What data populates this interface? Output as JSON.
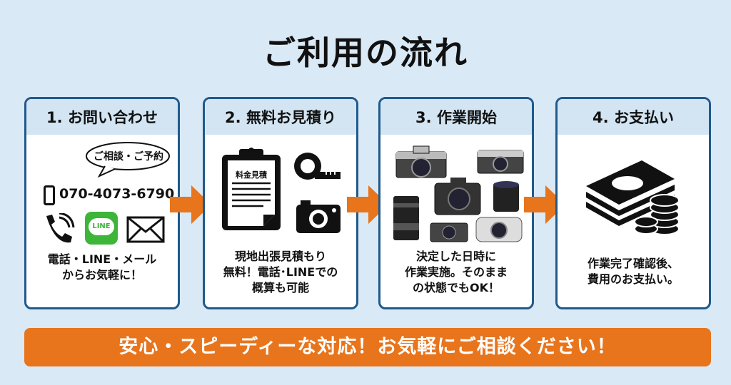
{
  "title": "ご利用の流れ",
  "steps": [
    {
      "heading": "1. お問い合わせ",
      "bubble": "ご相談・ご予約",
      "phone": "070-4073-6790",
      "line_label": "LINE",
      "desc": [
        "電話・LINE・メール",
        "からお気軽に！"
      ]
    },
    {
      "heading": "2. 無料お見積り",
      "doc_label": "料金見積",
      "desc": [
        "現地出張見積もり",
        "無料！電話･LINEでの",
        "概算も可能"
      ]
    },
    {
      "heading": "3. 作業開始",
      "desc": [
        "決定した日時に",
        "作業実施。そのまま",
        "の状態でもOK！"
      ]
    },
    {
      "heading": "4. お支払い",
      "desc": [
        "作業完了確認後、",
        "費用のお支払い。"
      ]
    }
  ],
  "banner": "安心・スピーディーな対応！お気軽にご相談ください！",
  "colors": {
    "accent": "#e8741c",
    "border": "#1f5a8c",
    "line_green": "#3cb539"
  }
}
